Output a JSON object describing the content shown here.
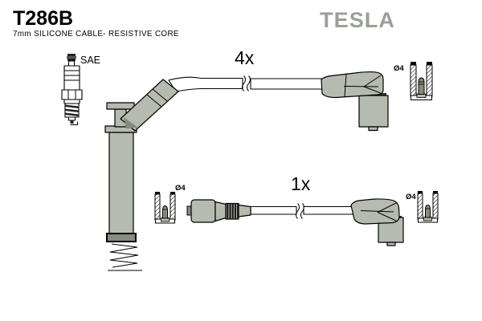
{
  "header": {
    "part_number": "T286B",
    "subtitle": "7mm SILICONE CABLE- RESISTIVE CORE",
    "brand_logo": "TESLA"
  },
  "diagram": {
    "spark_plug_connector_label": "SAE",
    "cables": [
      {
        "id": "plug-lead",
        "quantity_label": "4x",
        "socket_diameter_label": "Ø4"
      },
      {
        "id": "coil-lead",
        "quantity_label": "1x",
        "socket_diameter_label_left": "Ø4",
        "socket_diameter_label_right": "Ø4"
      }
    ]
  },
  "colors": {
    "boot_gray": "#b6bbaf",
    "boot_gray_dark": "#868b7e",
    "band_dark": "#2f332c",
    "stripe_dark": "#161616",
    "logo_gray": "#9aa096",
    "outline": "#000000",
    "text": "#000000",
    "background": "#ffffff"
  }
}
